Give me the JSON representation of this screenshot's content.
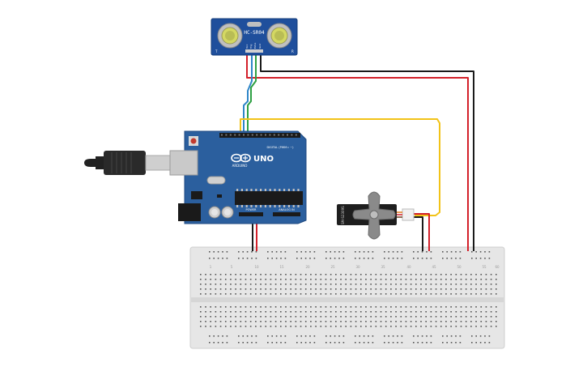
{
  "sensor": {
    "model": "HC-SR04",
    "corner_left": "T",
    "corner_right": "R",
    "pins": [
      "Vcc",
      "Trig",
      "Echo",
      "Gnd"
    ]
  },
  "arduino": {
    "brand": "ARDUINO",
    "model": "UNO",
    "digital_label": "DIGITAL (PWM= ~)",
    "power_label": "POWER",
    "analog_label": "ANALOG IN"
  },
  "servo": {
    "model": "SM-S2309S"
  },
  "breadboard": {
    "column_numbers": [
      "1",
      "5",
      "10",
      "15",
      "20",
      "25",
      "30",
      "35",
      "40",
      "45",
      "50",
      "55",
      "60"
    ]
  },
  "colors": {
    "background": "#ffffff",
    "arduino_board": "#2b5f9e",
    "sensor_board": "#1f4f9c",
    "breadboard": "#e8e8e8",
    "wire_red": "#d3202a",
    "wire_black": "#1a1a1a",
    "wire_green": "#2ea043",
    "wire_blue": "#2f86c8",
    "wire_yellow": "#f2c318",
    "servo_body": "#1e1e1e",
    "usb_cable": "#222222"
  }
}
